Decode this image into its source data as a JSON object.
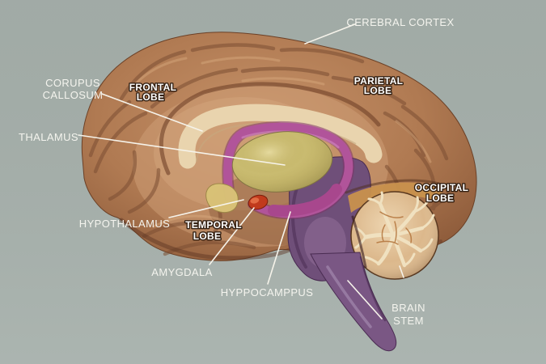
{
  "labels": {
    "cerebral_cortex": "CEREBRAL CORTEX",
    "corupus_callosum_line1": "CORUPUS",
    "corupus_callosum_line2": "CALLOSUM",
    "thalamus": "THALAMUS",
    "hypothalamus": "HYPOTHALAMUS",
    "amygdala": "AMYGDALA",
    "hyppocamppus": "HYPPOCAMPPUS",
    "brain_stem_line1": "BRAIN",
    "brain_stem_line2": "STEM",
    "frontal_lobe_line1": "FRONTAL",
    "frontal_lobe_line2": "LOBE",
    "parietal_lobe_line1": "PARIETAL",
    "parietal_lobe_line2": "LOBE",
    "occipital_lobe_line1": "OCCIPITAL",
    "occipital_lobe_line2": "LOBE",
    "temporal_lobe_line1": "TEMPORAL",
    "temporal_lobe_line2": "LOBE"
  },
  "colors": {
    "background": "#a6b0ab",
    "label_text": "#f4f4ee",
    "leader_line": "#f6f3ea",
    "cortex": "#b5815a",
    "cortex_shadow": "#7c4e33",
    "corpus_callosum": "#e9d4ae",
    "fornix_hippocampus": "#b1549a",
    "thalamus": "#c9bb70",
    "hypothalamus": "#d9c277",
    "amygdala": "#c13a1c",
    "midbrain_pons": "#6f4f79",
    "brain_stem": "#7a5784",
    "cerebellum": "#dcb88c",
    "cerebellum_branches": "#f0e1c0"
  }
}
